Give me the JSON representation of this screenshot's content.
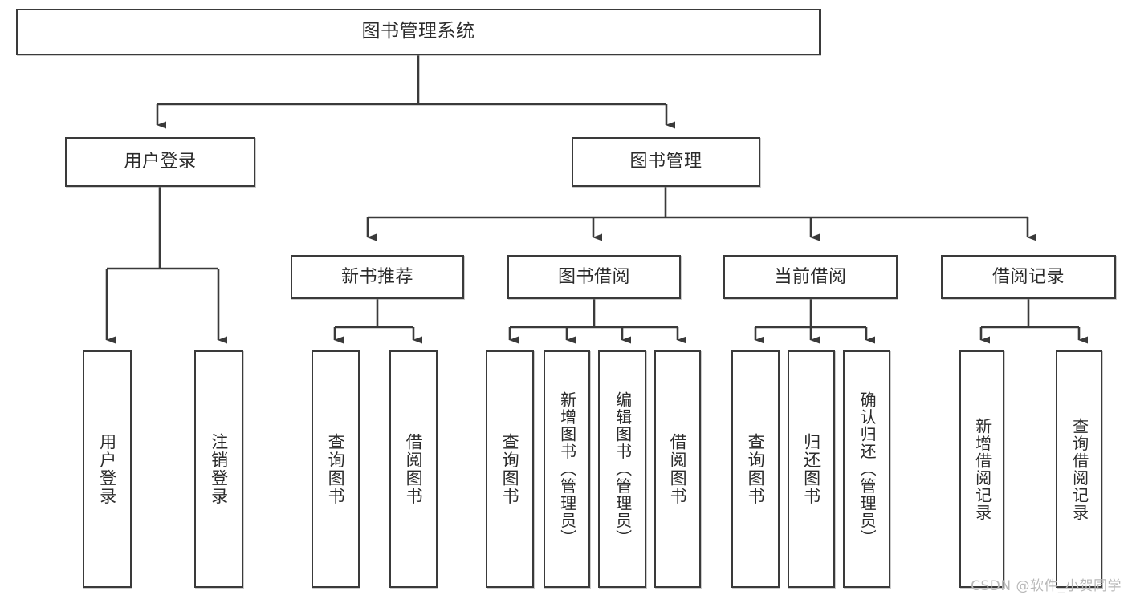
{
  "diagram": {
    "title": "图书管理系统",
    "type": "tree-hierarchy",
    "root": {
      "label": "图书管理系统"
    },
    "level2": [
      {
        "label": "用户登录"
      },
      {
        "label": "图书管理"
      }
    ],
    "level3": [
      {
        "label": "新书推荐"
      },
      {
        "label": "图书借阅"
      },
      {
        "label": "当前借阅"
      },
      {
        "label": "借阅记录"
      }
    ],
    "leaves": {
      "user_login": [
        {
          "label": "用户登录"
        },
        {
          "label": "注销登录"
        }
      ],
      "new_book_recommend": [
        {
          "label": "查询图书"
        },
        {
          "label": "借阅图书"
        }
      ],
      "book_borrow": [
        {
          "label": "查询图书"
        },
        {
          "label": "新增图书（管理员）"
        },
        {
          "label": "编辑图书（管理员）"
        },
        {
          "label": "借阅图书"
        }
      ],
      "current_borrow": [
        {
          "label": "查询图书"
        },
        {
          "label": "归还图书"
        },
        {
          "label": "确认归还（管理员）"
        }
      ],
      "borrow_record": [
        {
          "label": "新增借阅记录"
        },
        {
          "label": "查询借阅记录"
        }
      ]
    }
  },
  "watermark": {
    "text": "CSDN @软件_小贺同学"
  },
  "colors": {
    "stroke": "#3a3a3a",
    "background": "#ffffff",
    "text": "#2b2b2b",
    "watermark": "#b8b8b8"
  }
}
